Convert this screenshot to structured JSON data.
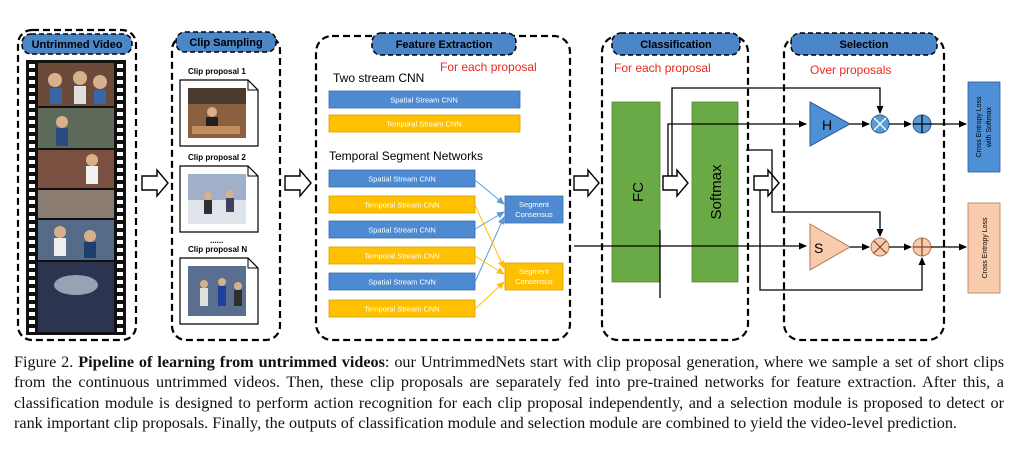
{
  "sections": {
    "untrimmed_video": "Untrimmed Video",
    "clip_sampling": "Clip Sampling",
    "feature_extraction": "Feature Extraction",
    "classification": "Classification",
    "selection": "Selection"
  },
  "clip_sampling": {
    "proposal_1": "Clip proposal 1",
    "proposal_2": "Clip proposal 2",
    "ellipsis": "......",
    "proposal_n": "Clip proposal N"
  },
  "feature_extraction": {
    "for_each_proposal": "For each proposal",
    "two_stream_title": "Two stream CNN",
    "tsn_title": "Temporal Segment Networks",
    "spatial": "Spatial Stream CNN",
    "temporal": "Temporal Stream CNN",
    "consensus_1": [
      "Segment",
      "Consensus"
    ],
    "consensus_2": [
      "Segment",
      "Consensus"
    ]
  },
  "classification": {
    "for_each_proposal": "For each proposal",
    "fc": "FC",
    "softmax": "Softmax"
  },
  "selection": {
    "over_proposals": "Over proposals",
    "h": "H",
    "s": "S"
  },
  "losses": {
    "loss_1": [
      "Cross Entropy Loss",
      "with Softmax"
    ],
    "loss_2": "Cross Entropy Loss"
  },
  "caption": {
    "prefix": "Figure 2. ",
    "bold": "Pipeline of learning from untrimmed videos",
    "text": ": our UntrimmedNets start with clip proposal generation, where we sample a set of short clips from the continuous untrimmed videos.  Then, these clip proposals are separately fed into pre-trained networks for feature extraction. After this, a classification module is designed to perform action recognition for each clip proposal independently, and a selection module is proposed to detect or rank important clip proposals. Finally, the outputs of classification module and selection module are combined to yield the video-level prediction."
  },
  "colors": {
    "header_blue": "#4a86c8",
    "spatial_blue": "#4d8ad2",
    "temporal_yellow": "#ffc000",
    "green": "#6aaa46",
    "loss_blue": "#4e90d6",
    "loss_peach": "#f8cbad",
    "red_text": "#e8281e"
  }
}
